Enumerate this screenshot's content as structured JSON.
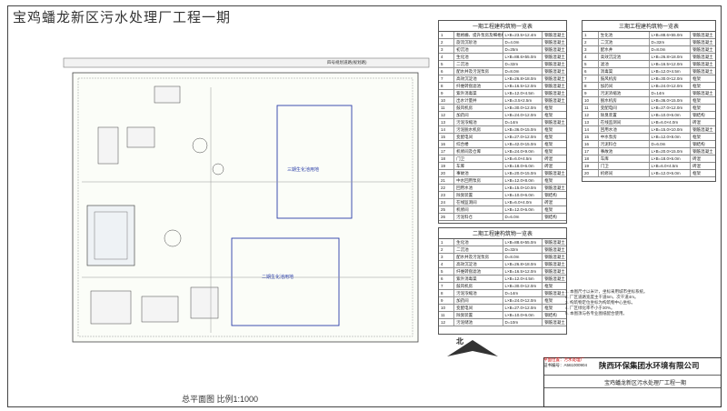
{
  "drawing": {
    "title": "宝鸡蟠龙新区污水处理厂工程一期",
    "caption": "总平面图  比例1:1000",
    "road_label": "四号规划道路(规划路)",
    "plant_labels": [
      "三期生化池用地",
      "二期生化池用地"
    ]
  },
  "tables": {
    "phase1": {
      "title": "一期工程建构筑物一览表",
      "rows": [
        [
          "1",
          "粗格栅、提升泵房及细格栅间",
          "L×B=23.5×12.4m",
          "钢筋混凝土"
        ],
        [
          "2",
          "旋流沉砂池",
          "D=4.0m",
          "钢筋混凝土"
        ],
        [
          "3",
          "初沉池",
          "D=25m",
          "钢筋混凝土"
        ],
        [
          "4",
          "生化池",
          "L×B=88.6×55.0m",
          "钢筋混凝土"
        ],
        [
          "5",
          "二沉池",
          "D=32m",
          "钢筋混凝土"
        ],
        [
          "6",
          "配水井及污泥泵房",
          "D=8.0m",
          "钢筋混凝土"
        ],
        [
          "7",
          "高效沉淀池",
          "L×B=26.8×18.0m",
          "钢筋混凝土"
        ],
        [
          "8",
          "纤维转盘滤池",
          "L×B=16.5×12.0m",
          "钢筋混凝土"
        ],
        [
          "9",
          "紫外消毒渠",
          "L×B=12.0×4.5m",
          "钢筋混凝土"
        ],
        [
          "10",
          "出水计量井",
          "L×B=3.5×2.5m",
          "钢筋混凝土"
        ],
        [
          "11",
          "鼓风机房",
          "L×B=30.0×12.0m",
          "框架"
        ],
        [
          "12",
          "加药间",
          "L×B=24.0×12.0m",
          "框架"
        ],
        [
          "13",
          "污泥浓缩池",
          "D=14m",
          "钢筋混凝土"
        ],
        [
          "14",
          "污泥脱水机房",
          "L×B=36.0×15.0m",
          "框架"
        ],
        [
          "15",
          "变配电间",
          "L×B=27.0×12.0m",
          "框架"
        ],
        [
          "16",
          "综合楼",
          "L×B=42.0×15.0m",
          "框架"
        ],
        [
          "17",
          "机修间及仓库",
          "L×B=24.0×9.0m",
          "框架"
        ],
        [
          "18",
          "门卫",
          "L×B=6.0×4.5m",
          "砖混"
        ],
        [
          "19",
          "车库",
          "L×B=18.0×6.0m",
          "砖混"
        ],
        [
          "20",
          "事故池",
          "L×B=20.0×15.0m",
          "钢筋混凝土"
        ],
        [
          "21",
          "中水回用泵房",
          "L×B=12.0×8.0m",
          "框架"
        ],
        [
          "22",
          "回用水池",
          "L×B=15.0×10.0m",
          "钢筋混凝土"
        ],
        [
          "23",
          "除臭装置",
          "L×B=10.0×6.0m",
          "钢结构"
        ],
        [
          "24",
          "在线监测间",
          "L×B=6.0×4.0m",
          "砖混"
        ],
        [
          "25",
          "机修间",
          "L×B=12.0×6.0m",
          "框架"
        ],
        [
          "26",
          "污泥料仓",
          "D=6.0m",
          "钢结构"
        ]
      ]
    },
    "phase2": {
      "title": "二期工程建构筑物一览表",
      "rows": [
        [
          "1",
          "生化池",
          "L×B=88.6×55.0m",
          "钢筋混凝土"
        ],
        [
          "2",
          "二沉池",
          "D=32m",
          "钢筋混凝土"
        ],
        [
          "3",
          "配水井及污泥泵房",
          "D=8.0m",
          "钢筋混凝土"
        ],
        [
          "4",
          "高效沉淀池",
          "L×B=26.8×18.0m",
          "钢筋混凝土"
        ],
        [
          "5",
          "纤维转盘滤池",
          "L×B=16.5×12.0m",
          "钢筋混凝土"
        ],
        [
          "6",
          "紫外消毒渠",
          "L×B=12.0×4.5m",
          "钢筋混凝土"
        ],
        [
          "7",
          "鼓风机房",
          "L×B=30.0×12.0m",
          "框架"
        ],
        [
          "8",
          "污泥浓缩池",
          "D=14m",
          "钢筋混凝土"
        ],
        [
          "9",
          "加药间",
          "L×B=24.0×12.0m",
          "框架"
        ],
        [
          "10",
          "变配电间",
          "L×B=27.0×12.0m",
          "框架"
        ],
        [
          "11",
          "除臭装置",
          "L×B=10.0×6.0m",
          "钢结构"
        ],
        [
          "12",
          "污泥储池",
          "D=10m",
          "钢筋混凝土"
        ]
      ]
    },
    "phase3": {
      "title": "三期工程建构筑物一览表",
      "rows": [
        [
          "1",
          "生化池",
          "L×B=88.6×55.0m",
          "钢筋混凝土"
        ],
        [
          "2",
          "二沉池",
          "D=32m",
          "钢筋混凝土"
        ],
        [
          "3",
          "配水井",
          "D=8.0m",
          "钢筋混凝土"
        ],
        [
          "4",
          "高效沉淀池",
          "L×B=26.8×18.0m",
          "钢筋混凝土"
        ],
        [
          "5",
          "滤池",
          "L×B=16.5×12.0m",
          "钢筋混凝土"
        ],
        [
          "6",
          "消毒渠",
          "L×B=12.0×4.5m",
          "钢筋混凝土"
        ],
        [
          "7",
          "鼓风机房",
          "L×B=30.0×12.0m",
          "框架"
        ],
        [
          "8",
          "加药间",
          "L×B=24.0×12.0m",
          "框架"
        ],
        [
          "9",
          "污泥浓缩池",
          "D=14m",
          "钢筋混凝土"
        ],
        [
          "10",
          "脱水机房",
          "L×B=36.0×15.0m",
          "框架"
        ],
        [
          "11",
          "变配电间",
          "L×B=27.0×12.0m",
          "框架"
        ],
        [
          "12",
          "除臭装置",
          "L×B=10.0×6.0m",
          "钢结构"
        ],
        [
          "13",
          "在线监测间",
          "L×B=6.0×4.0m",
          "砖混"
        ],
        [
          "14",
          "回用水池",
          "L×B=15.0×10.0m",
          "钢筋混凝土"
        ],
        [
          "15",
          "中水泵房",
          "L×B=12.0×8.0m",
          "框架"
        ],
        [
          "16",
          "污泥料仓",
          "D=6.0m",
          "钢结构"
        ],
        [
          "17",
          "事故池",
          "L×B=20.0×15.0m",
          "钢筋混凝土"
        ],
        [
          "18",
          "车库",
          "L×B=18.0×6.0m",
          "砖混"
        ],
        [
          "19",
          "门卫",
          "L×B=6.0×4.5m",
          "砖混"
        ],
        [
          "20",
          "机修间",
          "L×B=12.0×6.0m",
          "框架"
        ]
      ]
    }
  },
  "notes": [
    "1. 本图尺寸以米计，坐标采用城市坐标系统。",
    "2. 厂区道路宽度主干道6m，次干道4m。",
    "3. 构筑物定位坐标为构筑物中心坐标。",
    "4. 厂区绿化率不小于30%。",
    "5. 本图须与各专业图纸配合使用。"
  ],
  "title_block": {
    "company": "陕西环保集团水环境有限公司",
    "project": "宝鸡蟠龙新区污水处理厂工程一期",
    "stamp_lines": [
      "平面位置：污水处理厂",
      "证书编号：A561000904"
    ]
  },
  "north_label": "北"
}
